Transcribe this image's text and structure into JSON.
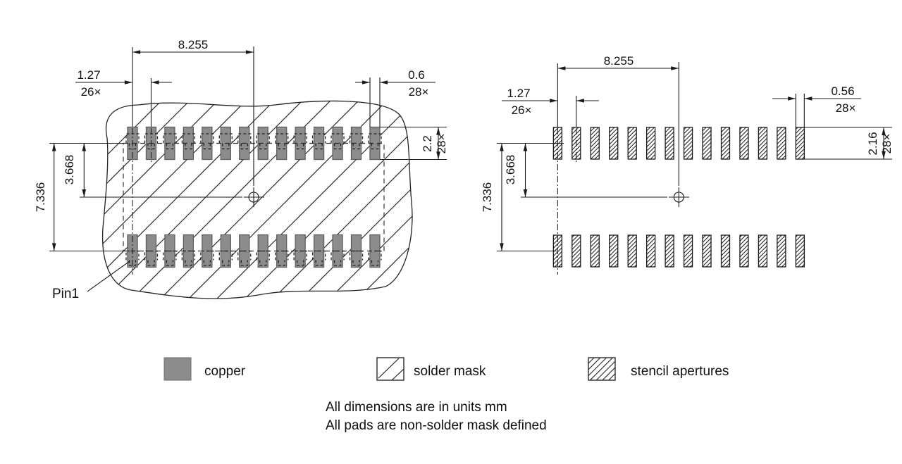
{
  "diagram": {
    "title_semantic": "PCB land pattern recommendation drawing",
    "copper_view": {
      "pads_per_row": 14,
      "rows": 2,
      "dims": {
        "span": "8.255",
        "pitch": "1.27",
        "pitch_count": "26×",
        "pad_width": "0.6",
        "pad_width_count": "28×",
        "pad_height": "2.2",
        "pad_height_count": "28×",
        "row_half": "3.668",
        "row_span": "7.336"
      },
      "pin1_label": "Pin1"
    },
    "stencil_view": {
      "apertures_per_row": 14,
      "rows": 2,
      "dims": {
        "span": "8.255",
        "pitch": "1.27",
        "pitch_count": "26×",
        "aperture_width": "0.56",
        "aperture_width_count": "28×",
        "aperture_height": "2.16",
        "aperture_height_count": "28×",
        "row_half": "3.668",
        "row_span": "7.336"
      }
    },
    "legend": [
      {
        "swatch": "copper",
        "label": "copper"
      },
      {
        "swatch": "solder-mask",
        "label": "solder mask"
      },
      {
        "swatch": "stencil-apertures",
        "label": "stencil apertures"
      }
    ],
    "notes": {
      "line1": "All dimensions are in units mm",
      "line2": "All pads are non-solder mask defined"
    },
    "colors": {
      "copper": "#8c8c8c",
      "copper_edge": "#5f5f5f",
      "line": "#1a1a1a",
      "background": "#ffffff"
    }
  }
}
